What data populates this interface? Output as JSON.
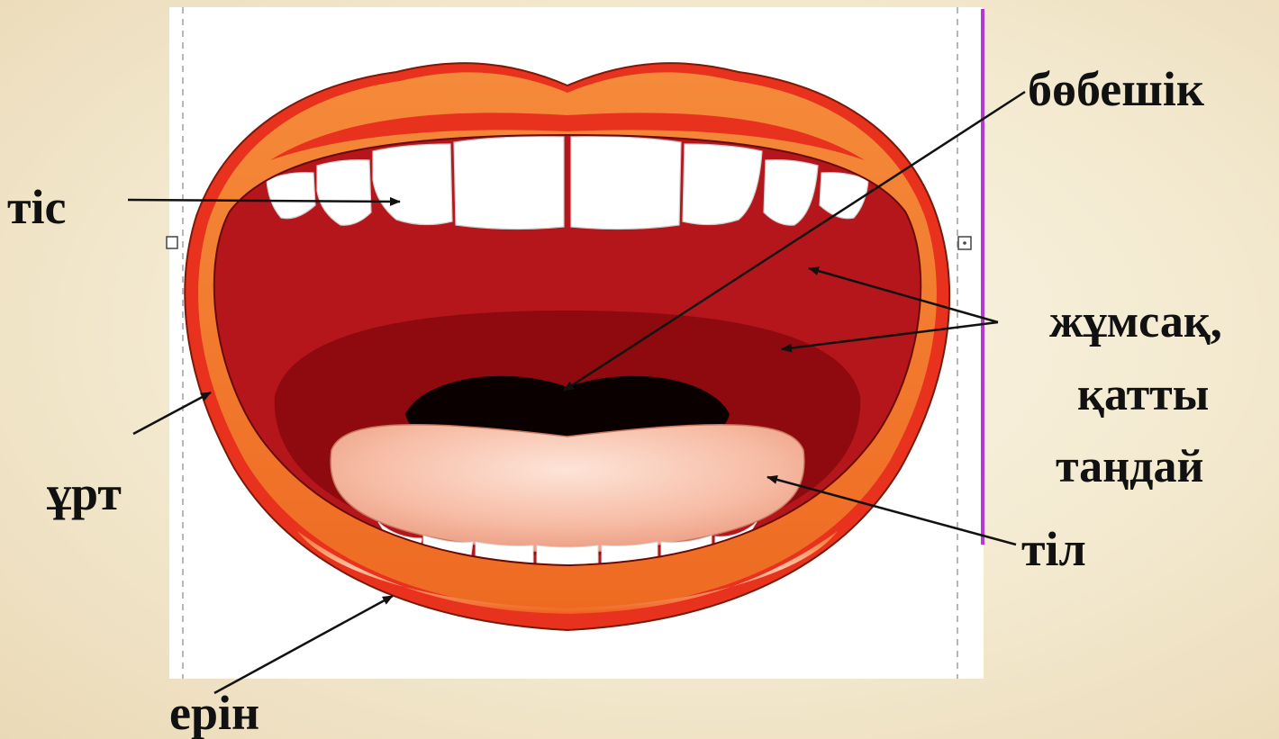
{
  "labels": {
    "tooth": "тіс",
    "uvula": "бөбешік",
    "palate_line1": "жұмсақ,",
    "palate_line2": "қатты",
    "palate_line3": "таңдай",
    "cheek": "ұрт",
    "tongue": "тіл",
    "lip": "ерін"
  },
  "colors": {
    "background": "#f3e9cf",
    "lips": "#f27a2c",
    "lip_edge": "#e8321e",
    "mouth_interior": "#b5161c",
    "inner_palate": "#8e0a0e",
    "throat": "#0b0000",
    "tongue": "#f6b9a2",
    "teeth": "#ffffff",
    "selection_line": "#b23ad0"
  }
}
